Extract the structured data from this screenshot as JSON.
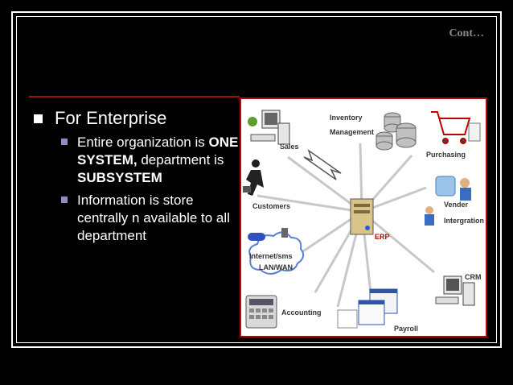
{
  "slide": {
    "corner_label": "Cont…",
    "heading": "For Enterprise",
    "sub_bullets": [
      {
        "parts": [
          "Entire organization is ",
          "ONE SYSTEM,",
          " department is ",
          "SUBSYSTEM"
        ]
      },
      {
        "text": "Information is store centrally n available to all department"
      }
    ]
  },
  "diagram": {
    "nodes": {
      "center": "ERP",
      "sales": "Sales",
      "inventory_1": "Inventory",
      "inventory_2": "Management",
      "purchasing": "Purchasing",
      "customers": "Customers",
      "vender_1": "Vender",
      "vender_2": "Intergration",
      "internet_1": "Internet/sms",
      "internet_2": "LAN/WAN",
      "crm": "CRM",
      "accounting": "Accounting",
      "payroll": "Payroll"
    }
  }
}
